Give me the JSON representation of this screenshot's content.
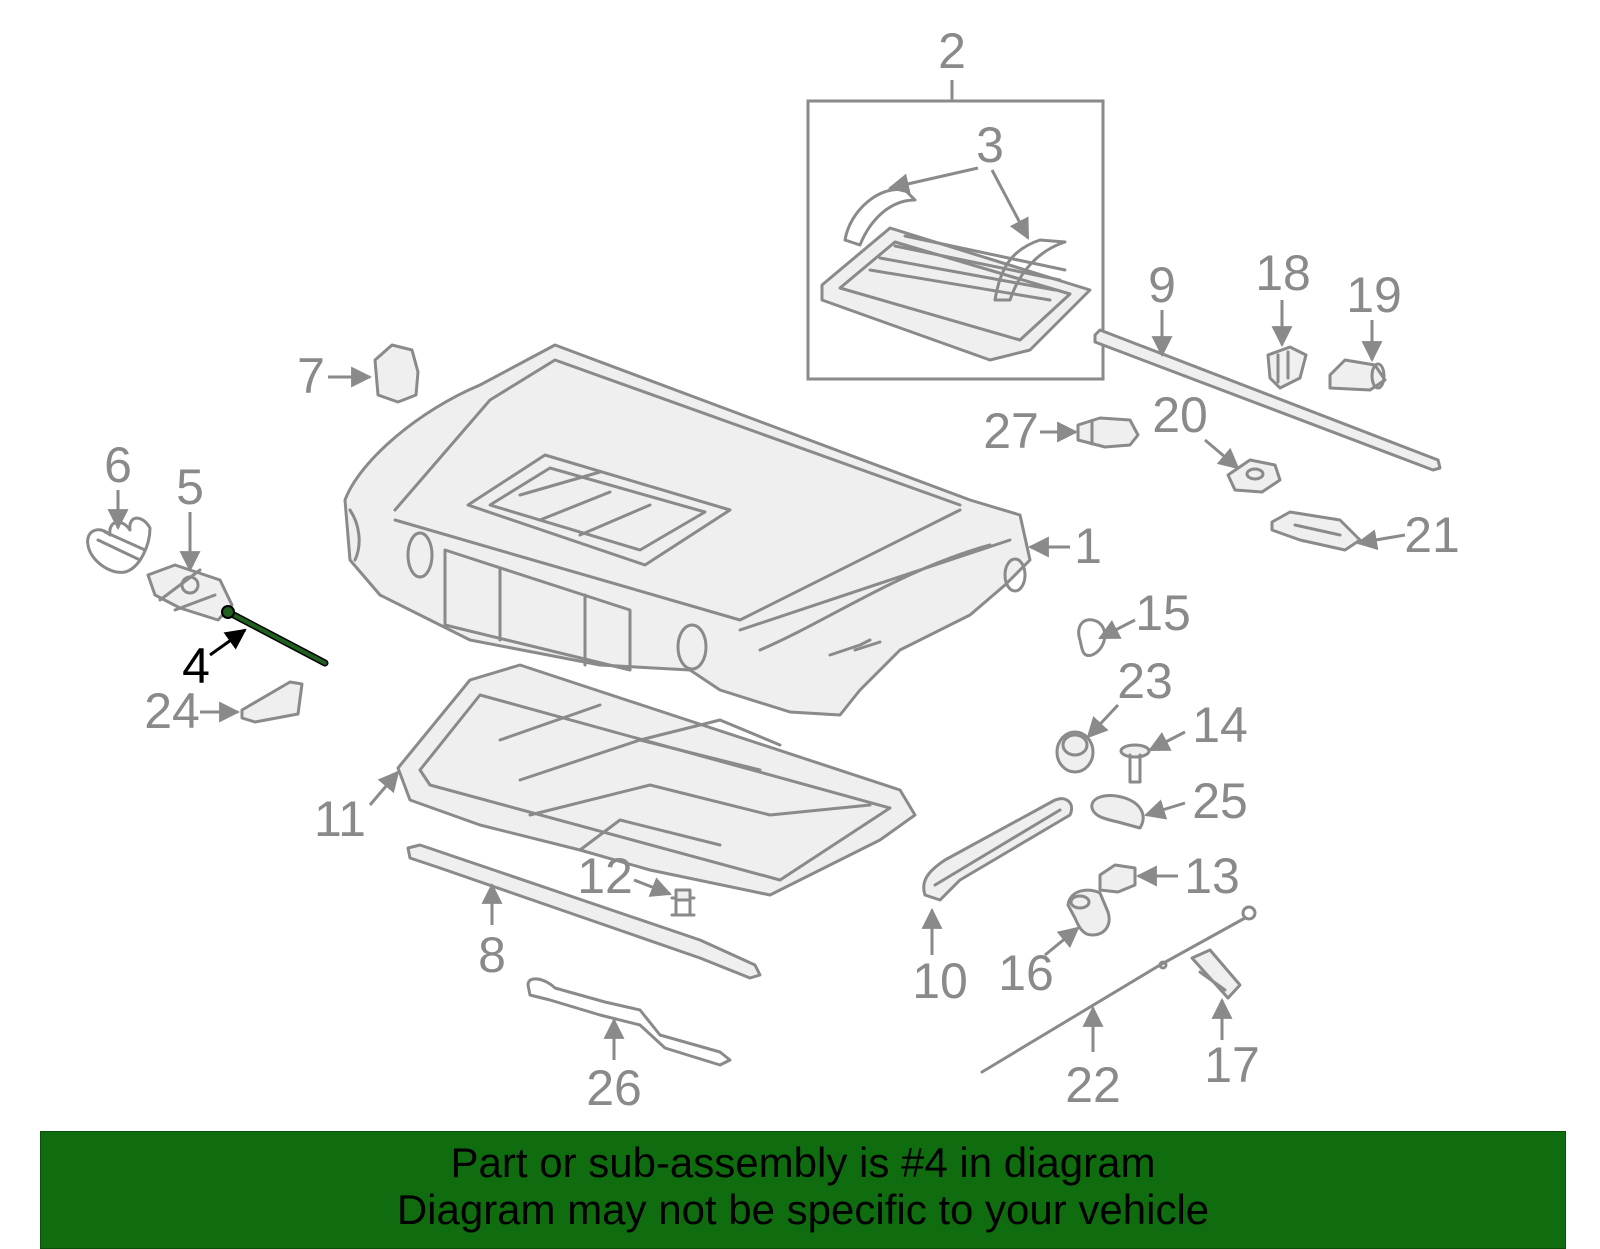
{
  "banner": {
    "line1": "Part or sub-assembly is #4 in diagram",
    "line2": "Diagram may not be specific to your vehicle",
    "background_color": "#0f6d0f"
  },
  "highlight": {
    "part_number": "4",
    "color": "#1f5f1f"
  },
  "callouts": {
    "c1": "1",
    "c2": "2",
    "c3": "3",
    "c4": "4",
    "c5": "5",
    "c6": "6",
    "c7": "7",
    "c8": "8",
    "c9": "9",
    "c10": "10",
    "c11": "11",
    "c12": "12",
    "c13": "13",
    "c14": "14",
    "c15": "15",
    "c16": "16",
    "c17": "17",
    "c18": "18",
    "c19": "19",
    "c20": "20",
    "c21": "21",
    "c22": "22",
    "c23": "23",
    "c24": "24",
    "c25": "25",
    "c26": "26",
    "c27": "27"
  }
}
